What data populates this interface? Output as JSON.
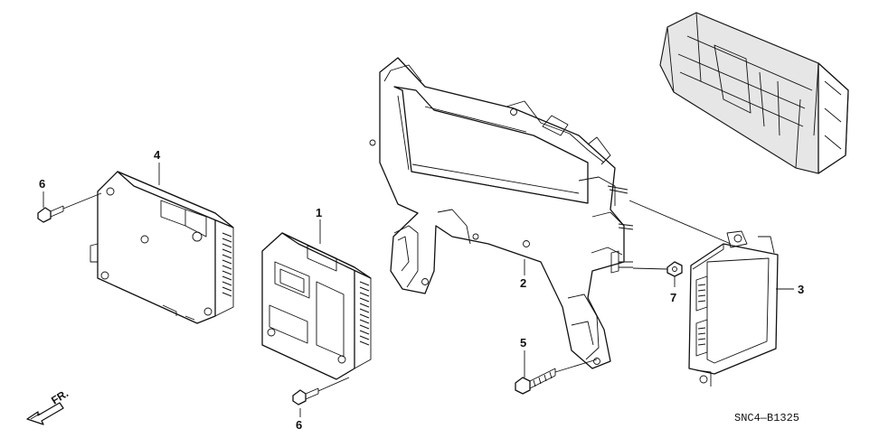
{
  "diagram": {
    "diagram_code": "SNC4—B1325",
    "direction_label": "FR.",
    "callouts": [
      {
        "id": "c1",
        "label": "1"
      },
      {
        "id": "c2",
        "label": "2"
      },
      {
        "id": "c3",
        "label": "3"
      },
      {
        "id": "c4",
        "label": "4"
      },
      {
        "id": "c5",
        "label": "5"
      },
      {
        "id": "c6a",
        "label": "6"
      },
      {
        "id": "c6b",
        "label": "6"
      },
      {
        "id": "c7",
        "label": "7"
      }
    ]
  }
}
